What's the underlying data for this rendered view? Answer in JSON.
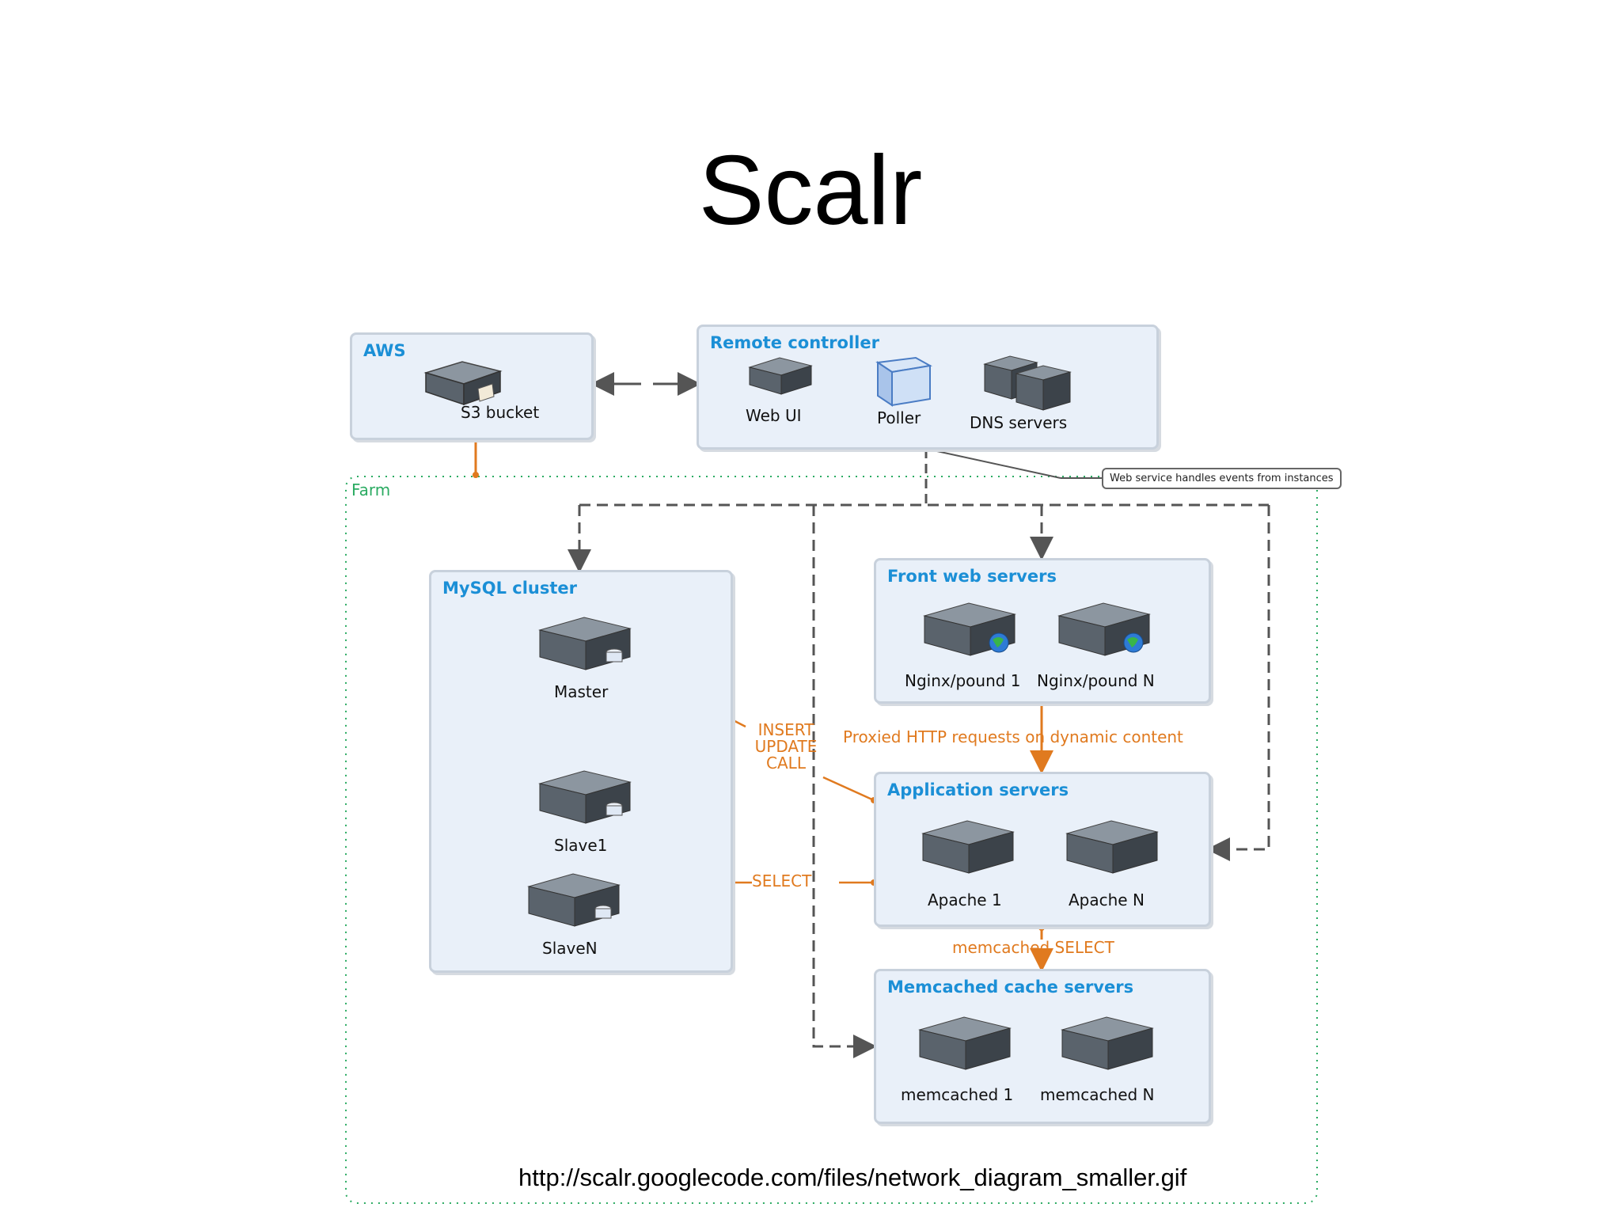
{
  "title": "Scalr",
  "url": "http://scalr.googlecode.com/files/network_diagram_smaller.gif",
  "farm_label": "Farm",
  "note": "Web service handles events from instances",
  "aws": {
    "title": "AWS",
    "s3": "S3 bucket"
  },
  "remote": {
    "title": "Remote controller",
    "webui": "Web UI",
    "poller": "Poller",
    "dns": "DNS servers"
  },
  "mysql": {
    "title": "MySQL cluster",
    "master": "Master",
    "slave1": "Slave1",
    "slaven": "SlaveN"
  },
  "front": {
    "title": "Front web servers",
    "n1": "Nginx/pound 1",
    "nn": "Nginx/pound N"
  },
  "app": {
    "title": "Application servers",
    "a1": "Apache 1",
    "an": "Apache N"
  },
  "mem": {
    "title": "Memcached cache servers",
    "m1": "memcached 1",
    "mn": "memcached N"
  },
  "edges": {
    "proxied": "Proxied HTTP requests on dynamic content",
    "insert": "INSERT",
    "update": "UPDATE",
    "call": "CALL",
    "select": "SELECT",
    "memselect": "memcached SELECT"
  },
  "colors": {
    "accent_blue": "#1b8fd6",
    "edge_orange": "#e07a1f",
    "farm_green": "#2bab62",
    "box_fill": "#e9f0f9"
  }
}
